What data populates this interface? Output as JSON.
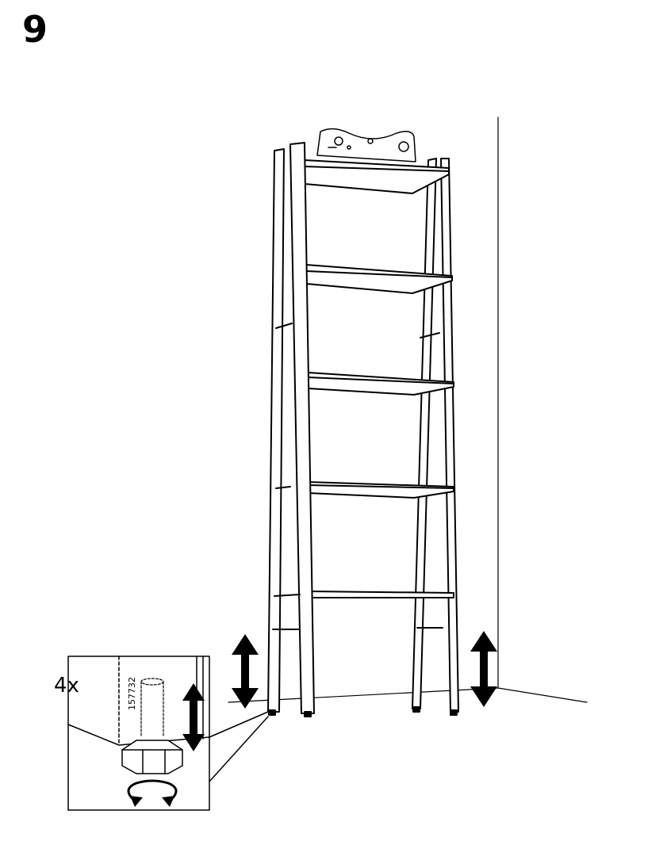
{
  "step": {
    "number": "9"
  },
  "detail": {
    "quantity": "4x",
    "part_number": "157732"
  },
  "icons": {
    "adjust_arrow": "double-headed-vertical-arrow",
    "rotate_arrow": "circular-rotation-arrow"
  },
  "colors": {
    "ink": "#000000",
    "paper": "#ffffff"
  }
}
